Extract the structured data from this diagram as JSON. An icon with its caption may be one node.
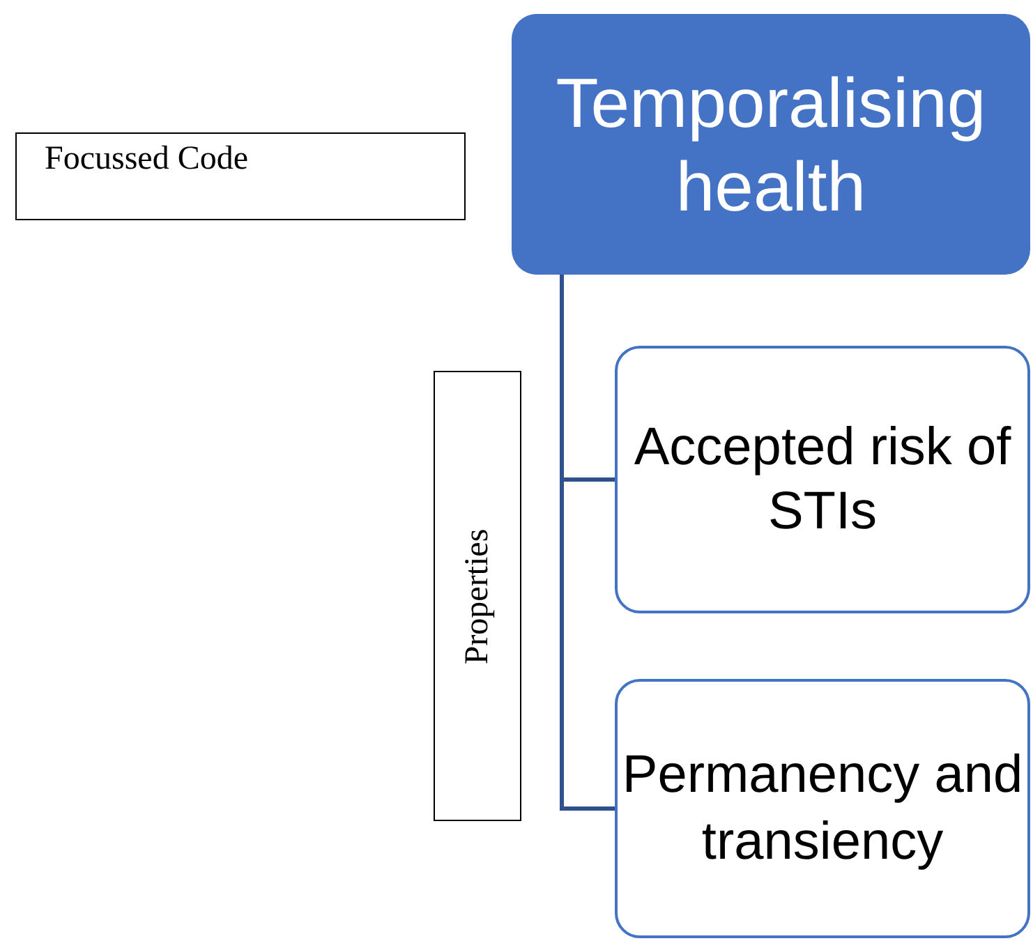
{
  "diagram": {
    "nodes": [
      {
        "text": [
          "Focussed Code"
        ]
      },
      {
        "text": [
          "Temporalising health"
        ]
      },
      {
        "text": [
          "Properties"
        ]
      },
      {
        "text": [
          "Accepted risk of STIs"
        ]
      },
      {
        "text": [
          "Permanency and transiency"
        ]
      }
    ],
    "edges": [
      {
        "from": 1,
        "to": 3,
        "arrow": "none"
      },
      {
        "from": 1,
        "to": 4,
        "arrow": "none"
      }
    ]
  }
}
